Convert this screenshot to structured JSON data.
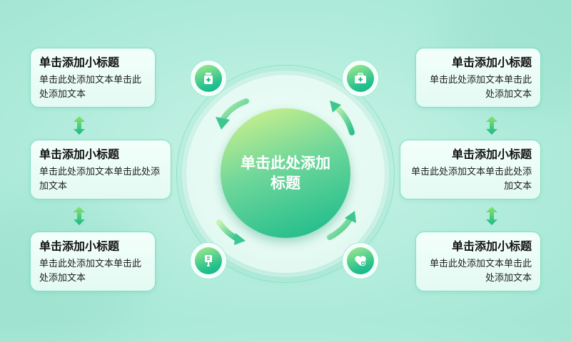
{
  "center": {
    "title": "单击此处添加标题"
  },
  "left_cards": [
    {
      "title": "单击添加小标题",
      "body": "单击此处添加文本单击此处添加文本"
    },
    {
      "title": "单击添加小标题",
      "body": "单击此处添加文本单击此处添加文本"
    },
    {
      "title": "单击添加小标题",
      "body": "单击此处添加文本单击此处添加文本"
    }
  ],
  "right_cards": [
    {
      "title": "单击添加小标题",
      "body": "单击此处添加文本单击此处添加文本"
    },
    {
      "title": "单击添加小标题",
      "body": "单击此处添加文本单击此处添加文本"
    },
    {
      "title": "单击添加小标题",
      "body": "单击此处添加文本单击此处添加文本"
    }
  ],
  "icons": [
    "medicine-bottle-icon",
    "first-aid-kit-icon",
    "iv-drip-icon",
    "heart-care-icon"
  ],
  "colors": {
    "accent": "#1fbf8c",
    "border": "#7fe0c1",
    "background": "#b8eedf"
  }
}
